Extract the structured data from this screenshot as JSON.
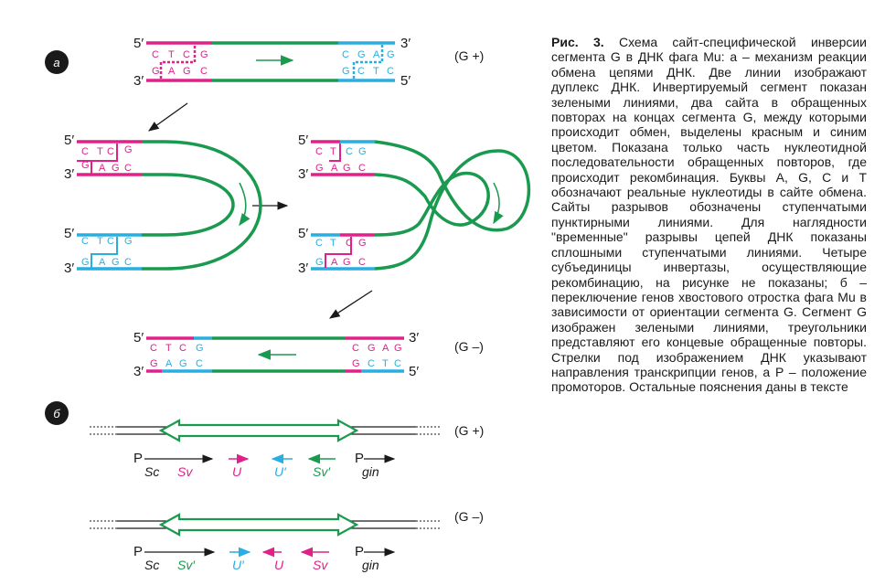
{
  "colors": {
    "green": "#1a9a4e",
    "magenta": "#e0218a",
    "cyan": "#29aee0",
    "dark": "#1a1a1a"
  },
  "panel_labels": {
    "a": "а",
    "b": "б"
  },
  "ends": {
    "five": "5′",
    "three": "3′"
  },
  "states": {
    "plus": "(G +)",
    "minus": "(G –)"
  },
  "promoter": "P",
  "sites": {
    "left_top": [
      "C",
      "T",
      "C",
      "G"
    ],
    "left_bottom": [
      "G",
      "A",
      "G",
      "C"
    ],
    "right_top": [
      "C",
      "G",
      "A",
      "G"
    ],
    "right_bottom": [
      "G",
      "C",
      "T",
      "C"
    ]
  },
  "genes_plus": [
    {
      "name": "Sc",
      "color": "dark"
    },
    {
      "name": "Sv",
      "color": "magenta"
    },
    {
      "name": "U",
      "color": "magenta"
    },
    {
      "name": "U′",
      "color": "cyan"
    },
    {
      "name": "Sv′",
      "color": "green"
    },
    {
      "name": "gin",
      "color": "dark"
    }
  ],
  "genes_minus": [
    {
      "name": "Sc",
      "color": "dark"
    },
    {
      "name": "Sv′",
      "color": "green"
    },
    {
      "name": "U′",
      "color": "cyan"
    },
    {
      "name": "U",
      "color": "magenta"
    },
    {
      "name": "Sv",
      "color": "magenta"
    },
    {
      "name": "gin",
      "color": "dark"
    }
  ],
  "caption": {
    "fig_label": "Рис. 3.",
    "text": "Схема сайт-специфической инверсии сегмента G в ДНК фага Mu: а – механизм реакции обмена цепями ДНК. Две линии изображают дуплекс ДНК. Инвертируемый сегмент показан зелеными линиями, два сайта в обращенных повторах на концах сегмента G, между которыми происходит обмен, выделены красным и синим цветом. Показана только часть нуклеотидной последовательности обращенных повторов, где происходит рекомбинация. Буквы A, G, C и T обозначают реальные нуклеотиды в сайте обмена. Сайты разрывов обозначены ступенчатыми пунктирными линиями. Для наглядности \"временные\" разрывы цепей ДНК показаны сплошными ступенчатыми линиями. Четыре субъединицы инвертазы, осуществляющие рекомбинацию, на рисунке не показаны; б – переключение генов хвостового отростка фага Mu в зависимости от ориентации сегмента G. Сегмент G изображен зелеными линиями, треугольники представляют его концевые обращенные повторы. Стрелки под изображением ДНК указывают направления транскрипции генов, а P – положение промоторов. Остальные пояснения даны в тексте"
  }
}
